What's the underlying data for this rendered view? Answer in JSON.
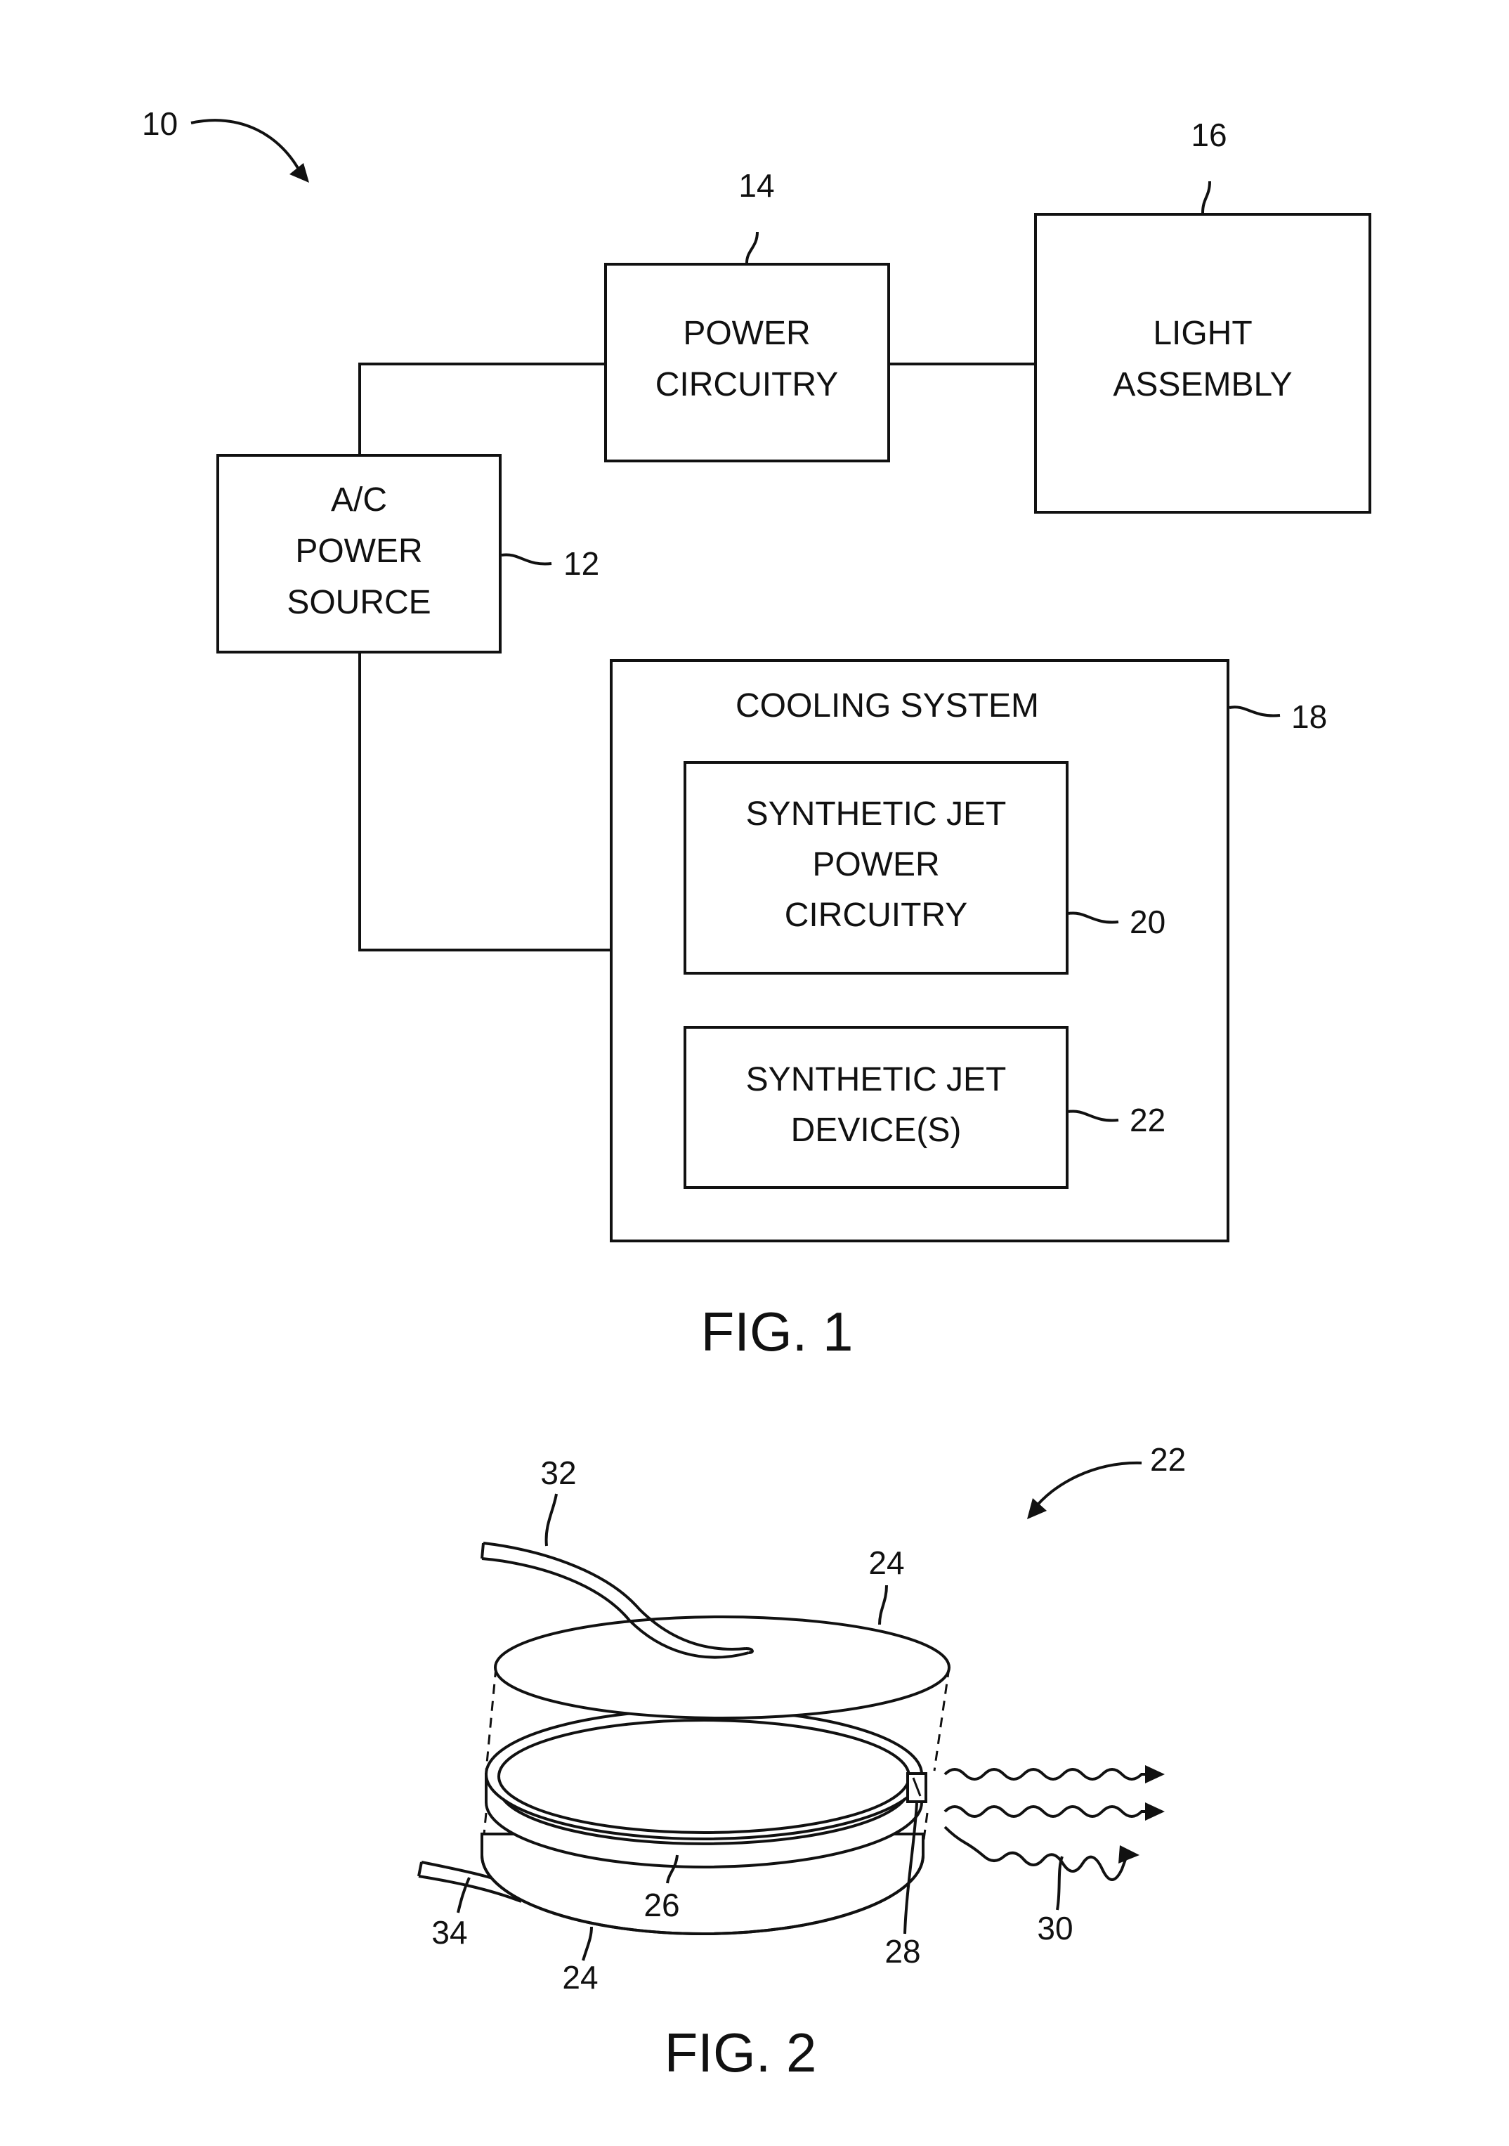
{
  "fig1": {
    "caption": "FIG. 1",
    "system_ref": "10",
    "blocks": {
      "power_circuitry": {
        "lines": [
          "POWER",
          "CIRCUITRY"
        ],
        "ref": "14"
      },
      "light_assembly": {
        "lines": [
          "LIGHT",
          "ASSEMBLY"
        ],
        "ref": "16"
      },
      "ac_power_source": {
        "lines": [
          "A/C",
          "POWER",
          "SOURCE"
        ],
        "ref": "12"
      },
      "cooling_system": {
        "title": "COOLING SYSTEM",
        "ref": "18"
      },
      "sj_power_circuitry": {
        "lines": [
          "SYNTHETIC JET",
          "POWER",
          "CIRCUITRY"
        ],
        "ref": "20"
      },
      "sj_devices": {
        "lines": [
          "SYNTHETIC JET",
          "DEVICE(S)"
        ],
        "ref": "22"
      }
    }
  },
  "fig2": {
    "caption": "FIG. 2",
    "refs": {
      "device": "22",
      "wire_top": "32",
      "top_plate": "24",
      "bottom_plate": "24",
      "wall": "26",
      "orifice": "28",
      "jet_flow": "30",
      "wire_bottom": "34"
    }
  }
}
